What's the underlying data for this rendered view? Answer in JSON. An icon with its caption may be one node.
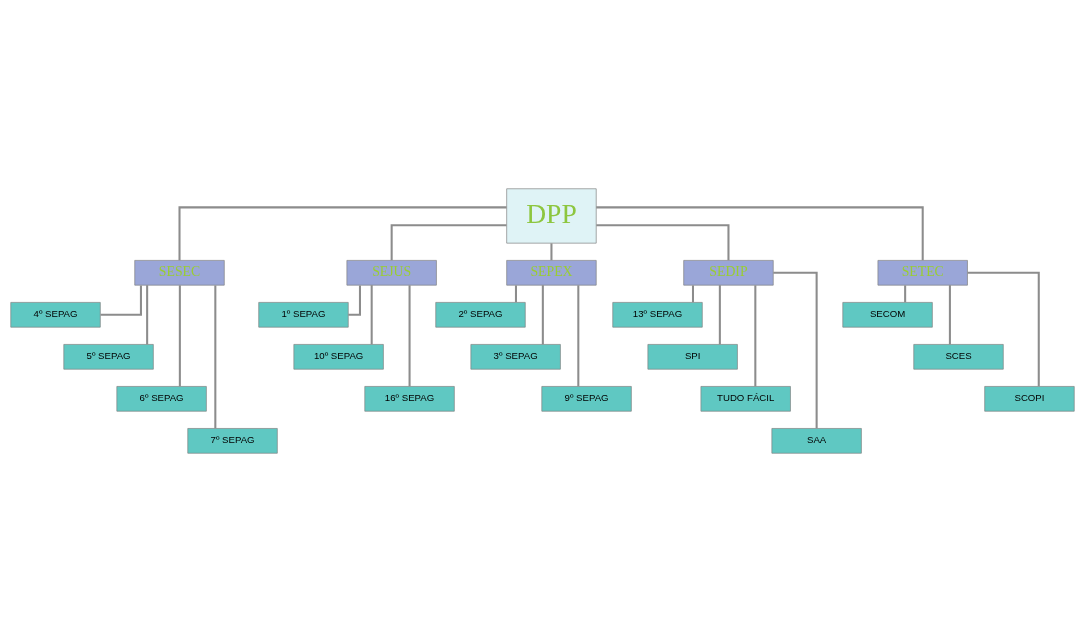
{
  "diagram": {
    "nodes": [
      {
        "text": [
          "DPP"
        ]
      },
      {
        "text": [
          "SESEC"
        ]
      },
      {
        "text": [
          "SEJUS"
        ]
      },
      {
        "text": [
          "SEPEX"
        ]
      },
      {
        "text": [
          "SEDIP"
        ]
      },
      {
        "text": [
          "SETEC"
        ]
      },
      {
        "text": [
          "4º SEPAG"
        ]
      },
      {
        "text": [
          "5º SEPAG"
        ]
      },
      {
        "text": [
          "6º SEPAG"
        ]
      },
      {
        "text": [
          "7º SEPAG"
        ]
      },
      {
        "text": [
          "1º SEPAG"
        ]
      },
      {
        "text": [
          "10º SEPAG"
        ]
      },
      {
        "text": [
          "16º SEPAG"
        ]
      },
      {
        "text": [
          "2º SEPAG"
        ]
      },
      {
        "text": [
          "3º SEPAG"
        ]
      },
      {
        "text": [
          "9º SEPAG"
        ]
      },
      {
        "text": [
          "13º SEPAG"
        ]
      },
      {
        "text": [
          "SPI"
        ]
      },
      {
        "text": [
          "TUDO FÁCIL"
        ]
      },
      {
        "text": [
          "SAA"
        ]
      },
      {
        "text": [
          "SECOM"
        ]
      },
      {
        "text": [
          "SCES"
        ]
      },
      {
        "text": [
          "SCOPI"
        ]
      }
    ],
    "edges": [
      {
        "from": 0,
        "to": 1,
        "arrow": "none"
      },
      {
        "from": 0,
        "to": 2,
        "arrow": "none"
      },
      {
        "from": 0,
        "to": 3,
        "arrow": "none"
      },
      {
        "from": 0,
        "to": 4,
        "arrow": "none"
      },
      {
        "from": 0,
        "to": 5,
        "arrow": "none"
      },
      {
        "from": 1,
        "to": 6,
        "arrow": "none"
      },
      {
        "from": 1,
        "to": 7,
        "arrow": "none"
      },
      {
        "from": 1,
        "to": 8,
        "arrow": "none"
      },
      {
        "from": 1,
        "to": 9,
        "arrow": "none"
      },
      {
        "from": 2,
        "to": 10,
        "arrow": "none"
      },
      {
        "from": 2,
        "to": 11,
        "arrow": "none"
      },
      {
        "from": 2,
        "to": 12,
        "arrow": "none"
      },
      {
        "from": 3,
        "to": 13,
        "arrow": "none"
      },
      {
        "from": 3,
        "to": 14,
        "arrow": "none"
      },
      {
        "from": 3,
        "to": 15,
        "arrow": "none"
      },
      {
        "from": 4,
        "to": 16,
        "arrow": "none"
      },
      {
        "from": 4,
        "to": 17,
        "arrow": "none"
      },
      {
        "from": 4,
        "to": 18,
        "arrow": "none"
      },
      {
        "from": 4,
        "to": 19,
        "arrow": "none"
      },
      {
        "from": 5,
        "to": 20,
        "arrow": "none"
      },
      {
        "from": 5,
        "to": 21,
        "arrow": "none"
      },
      {
        "from": 5,
        "to": 22,
        "arrow": "none"
      }
    ]
  }
}
